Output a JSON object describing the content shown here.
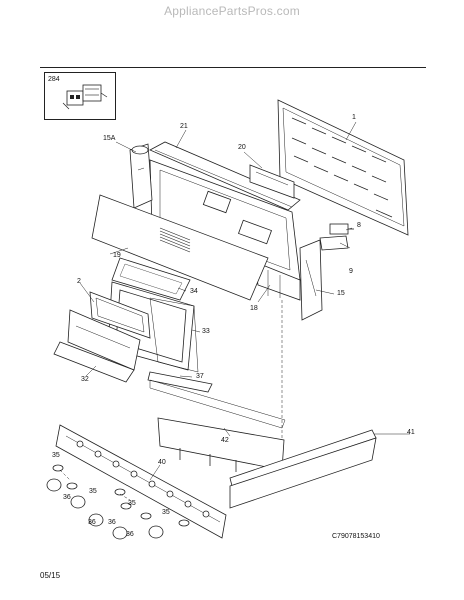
{
  "watermark": "AppliancePartsPros.com",
  "diagram_code": "C79078153410",
  "date": "05/15",
  "inset_label": "284",
  "callouts": {
    "c1": "1",
    "c2": "2",
    "c8": "8",
    "c9": "9",
    "c15": "15",
    "c15a": "15A",
    "c18": "18",
    "c19": "19",
    "c20": "20",
    "c21": "21",
    "c32": "32",
    "c33": "33",
    "c34": "34",
    "c35a": "35",
    "c35b": "35",
    "c35c": "35",
    "c35d": "35",
    "c36a": "36",
    "c36b": "36",
    "c36c": "36",
    "c36d": "36",
    "c37": "37",
    "c40": "40",
    "c41": "41",
    "c42": "42"
  }
}
